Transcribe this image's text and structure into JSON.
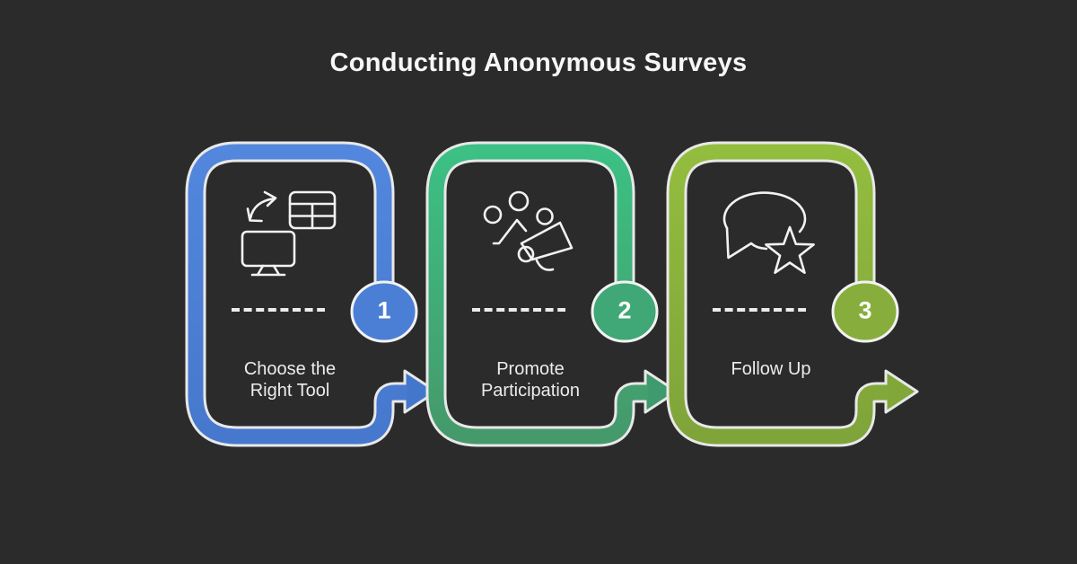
{
  "title": "Conducting Anonymous Surveys",
  "colors": {
    "background": "#2b2b2b",
    "outline_white": "#e8e8e8",
    "label_text": "#ececec",
    "title_text": "#f7f7f7"
  },
  "steps": [
    {
      "number": "1",
      "label": "Choose the Right Tool",
      "lines": [
        "Choose the",
        "Right Tool"
      ],
      "icon": "monitor-table-swap-icon",
      "color_top": "#5287dd",
      "color_bottom": "#4678cd",
      "circle_color": "#4b7fd5",
      "arrow_color": "#4377cb"
    },
    {
      "number": "2",
      "label": "Promote Participation",
      "lines": [
        "Promote",
        "Participation"
      ],
      "icon": "megaphone-crowd-icon",
      "color_top": "#3cc084",
      "color_bottom": "#45996b",
      "circle_color": "#3fa876",
      "arrow_color": "#3f9a6d"
    },
    {
      "number": "3",
      "label": "Follow Up",
      "lines": [
        "Follow Up",
        ""
      ],
      "icon": "chat-star-icon",
      "color_top": "#93bd3e",
      "color_bottom": "#7fa43a",
      "circle_color": "#87ae3c",
      "arrow_color": "#82a739"
    }
  ]
}
